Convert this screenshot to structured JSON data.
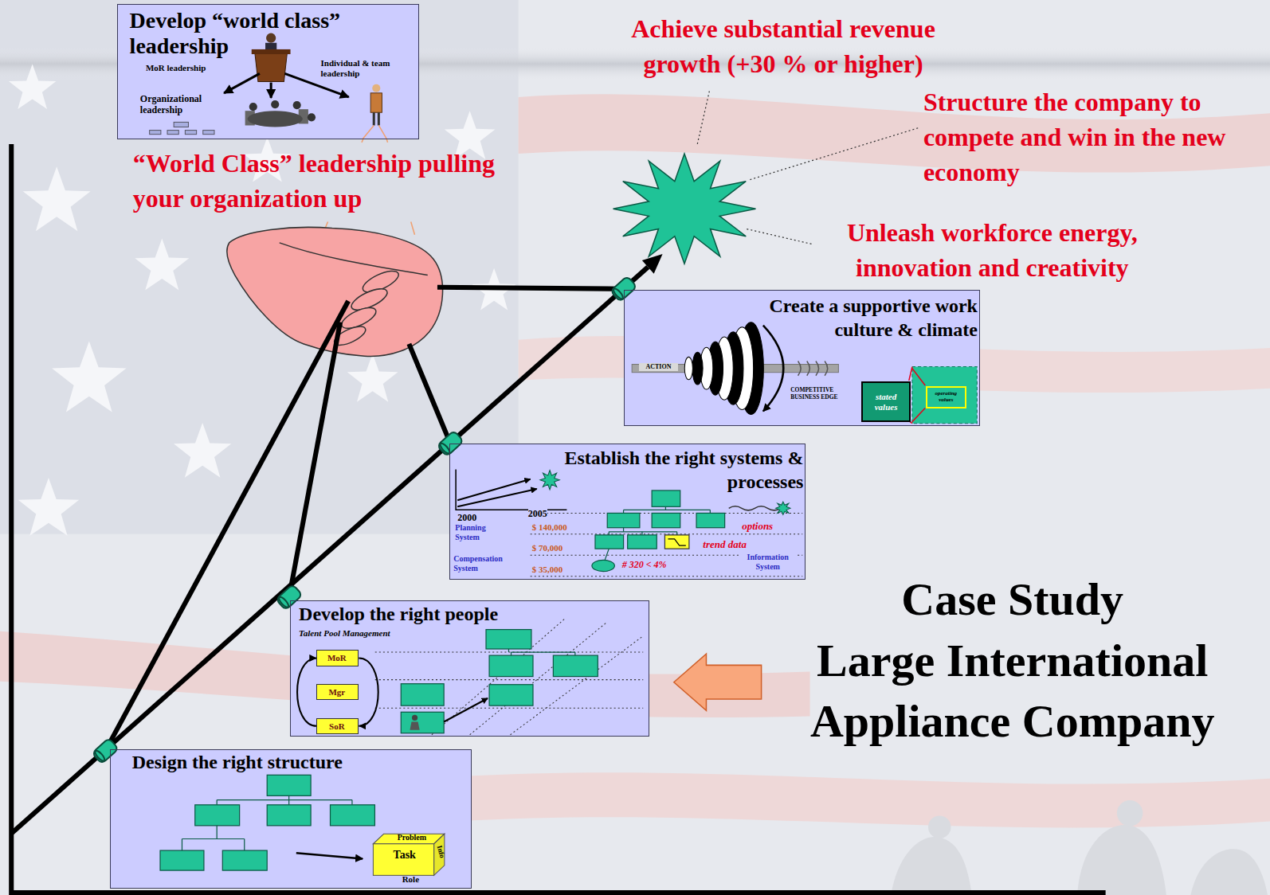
{
  "diagram": {
    "nodes": [
      {
        "text": [
          "Develop “world class” leadership",
          "MoR leadership",
          "Organizational leadership",
          "Individual & team leadership"
        ]
      },
      {
        "text": [
          "Create a supportive work culture & climate",
          "ACTION",
          "COMPETITIVE BUSINESS EDGE"
        ]
      },
      {
        "text": [
          "stated values"
        ],
        "in": 1
      },
      {
        "text": [
          "operating values"
        ],
        "in": 1
      },
      {
        "text": [
          "Establish the right systems & processes",
          "2000",
          "2005",
          "Planning System",
          "$ 140,000",
          "$ 70,000",
          "$ 35,000",
          "Compensation System",
          "options",
          "trend data",
          "# 320 < 4%",
          "Information System"
        ]
      },
      {
        "text": [
          "Develop the right people",
          "Talent Pool Management"
        ]
      },
      {
        "text": [
          "MoR"
        ],
        "in": 5
      },
      {
        "text": [
          "Mgr"
        ],
        "in": 5
      },
      {
        "text": [
          "SoR"
        ],
        "in": 5
      },
      {
        "text": [
          "Design the right structure"
        ]
      },
      {
        "text": [
          "Problem",
          "Task",
          "Info",
          "Role"
        ],
        "in": 9
      }
    ],
    "edges": [
      {
        "from": 8,
        "to": 6,
        "arrow": "to"
      },
      {
        "from": 6,
        "to": 8,
        "arrow": "to"
      }
    ],
    "labels": [
      "Achieve substantial revenue growth (+30 % or higher)",
      "Structure the company to compete and win in the new economy",
      "“World Class” leadership pulling your organization up",
      "Unleash workforce energy, innovation and creativity",
      "Case Study",
      "Large International Appliance Company"
    ]
  }
}
